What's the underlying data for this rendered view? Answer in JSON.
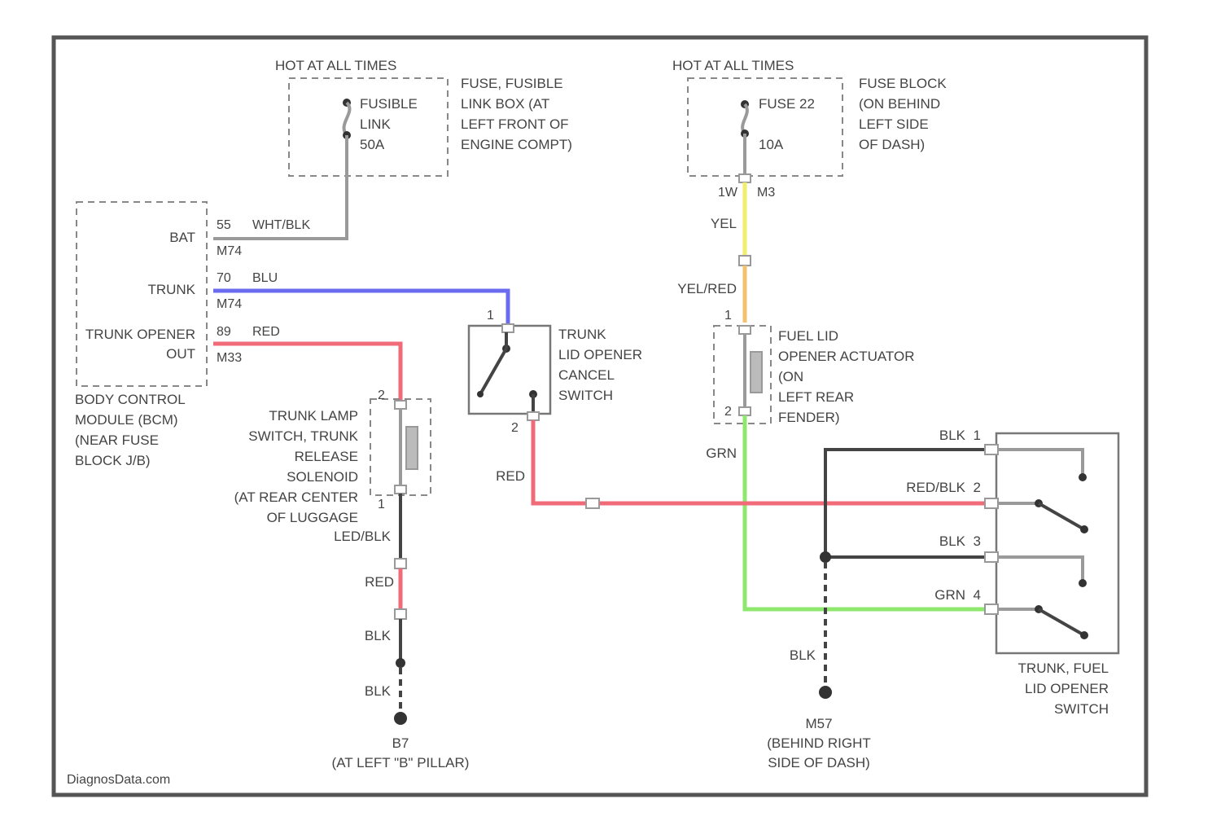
{
  "fuse_link": {
    "hot_label": "HOT AT ALL TIMES",
    "name_lines": [
      "FUSIBLE",
      "LINK",
      "50A"
    ],
    "location_lines": [
      "FUSE, FUSIBLE",
      "LINK BOX (AT",
      "LEFT FRONT OF",
      "ENGINE COMPT)"
    ]
  },
  "fuse_block": {
    "hot_label": "HOT AT ALL TIMES",
    "name_lines": [
      "FUSE 22",
      "10A"
    ],
    "location_lines": [
      "FUSE BLOCK",
      "(ON BEHIND",
      "LEFT SIDE",
      "OF DASH)"
    ],
    "connector": [
      "1W",
      "M3"
    ]
  },
  "bcm": {
    "bat": {
      "label": "BAT",
      "pin": "55",
      "wire": "WHT/BLK",
      "conn": "M74"
    },
    "trunk": {
      "label": "TRUNK",
      "pin": "70",
      "wire": "BLU",
      "conn": "M74"
    },
    "opener": {
      "label1": "TRUNK OPENER",
      "label2": "OUT",
      "pin": "89",
      "wire": "RED",
      "conn": "M33"
    },
    "name_lines": [
      "BODY CONTROL",
      "MODULE (BCM)",
      "(NEAR FUSE",
      "BLOCK J/B)"
    ]
  },
  "cancel_switch": {
    "name_lines": [
      "TRUNK",
      "LID OPENER",
      "CANCEL",
      "SWITCH"
    ],
    "pin1": "1",
    "pin2": "2"
  },
  "fuel_actuator": {
    "name_lines": [
      "FUEL LID",
      "OPENER ACTUATOR",
      "(ON",
      "LEFT REAR",
      "FENDER)"
    ],
    "pin1": "1",
    "pin2": "2"
  },
  "trunk_solenoid": {
    "name_lines": [
      "TRUNK LAMP",
      "SWITCH, TRUNK",
      "RELEASE",
      "SOLENOID",
      "(AT REAR CENTER",
      "OF LUGGAGE"
    ],
    "pin2": "2",
    "pin1": "1"
  },
  "opener_switch": {
    "name_lines": [
      "TRUNK, FUEL",
      "LID OPENER",
      "SWITCH"
    ],
    "pins": [
      {
        "wire": "BLK",
        "num": "1"
      },
      {
        "wire": "RED/BLK",
        "num": "2"
      },
      {
        "wire": "BLK",
        "num": "3"
      },
      {
        "wire": "GRN",
        "num": "4"
      }
    ]
  },
  "wires": {
    "yel": "YEL",
    "yel_red": "YEL/RED",
    "grn": "GRN",
    "red_cancel": "RED",
    "led_blk": "LED/BLK",
    "red_lower": "RED",
    "blk_a": "BLK",
    "blk_b": "BLK",
    "blk_right": "BLK"
  },
  "ground_left": {
    "name": "B7",
    "location": "(AT LEFT \"B\" PILLAR)"
  },
  "ground_right": {
    "name": "M57",
    "location_lines": [
      "(BEHIND RIGHT",
      "SIDE OF DASH)"
    ]
  },
  "watermark": "DiagnosData.com",
  "colors": {
    "blue_wire": "#6b6bf0",
    "red_wire": "#f06a78",
    "yellow_wire": "#f2ee6a",
    "orange_wire": "#f4c170",
    "green_wire": "#8fe86e"
  }
}
